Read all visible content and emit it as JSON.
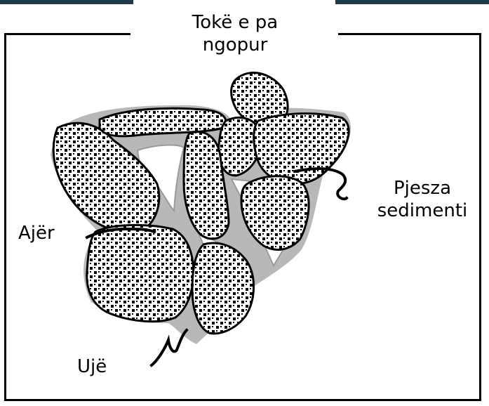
{
  "title_line1": "Tokë e pa",
  "title_line2": "ngopur",
  "labels": {
    "sand_line1": "Pjesza",
    "sand_line2": "sedimenti",
    "air": "Ajër",
    "water": "Ujë"
  },
  "colors": {
    "background": "#1e3a4c",
    "grain_fill": "#ffffff",
    "grain_dots": "#000000",
    "water_film": "#b8b8b8",
    "air_pore": "#ffffff"
  }
}
